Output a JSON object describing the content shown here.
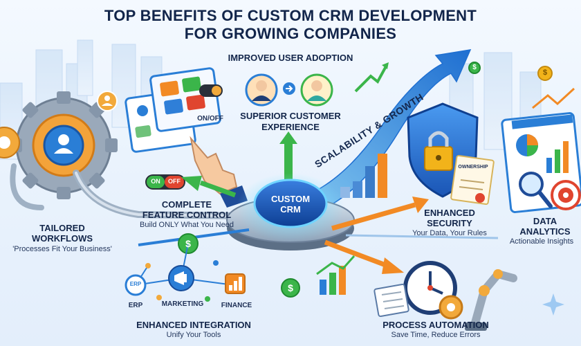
{
  "title_line1": "TOP BENEFITS OF CUSTOM CRM DEVELOPMENT",
  "title_line2": "FOR GROWING COMPANIES",
  "hub_line1": "CUSTOM",
  "hub_line2": "CRM",
  "adoption": "IMPROVED USER ADOPTION",
  "experience_line1": "SUPERIOR CUSTOMER",
  "experience_line2": "EXPERIENCE",
  "scalability": "SCALABILITY & GROWTH",
  "feature_control_line1": "COMPLETE",
  "feature_control_line2": "FEATURE CONTROL",
  "feature_control_sub": "Build ONLY What You Need",
  "toggle_label": "ON/OFF",
  "toggle_on": "ON",
  "toggle_off": "OFF",
  "workflows_line1": "TAILORED",
  "workflows_line2": "WORKFLOWS",
  "workflows_sub": "'Processes Fit Your Business'",
  "security_line1": "ENHANCED",
  "security_line2": "SECURITY",
  "security_sub": "Your Data, Your Rules",
  "ownership": "OWNERSHIP",
  "analytics_line1": "DATA",
  "analytics_line2": "ANALYTICS",
  "analytics_sub": "Actionable Insights",
  "integration_title": "ENHANCED INTEGRATION",
  "integration_sub": "Unify Your Tools",
  "erp_badge": "ERP",
  "erp": "ERP",
  "marketing": "MARKETING",
  "finance": "FINANCE",
  "automation_title": "PROCESS AUTOMATION",
  "automation_sub": "Save Time, Reduce Errors",
  "currency_symbol": "$",
  "colors": {
    "navy": "#12254a",
    "blue": "#2f7fd8",
    "cyan": "#38b6e8",
    "orange": "#f28a24",
    "green": "#3bb54a",
    "red": "#e0452f",
    "yellow": "#f2b31a"
  },
  "icons": [
    "gear-icon",
    "user-icon",
    "cursor-hand-icon",
    "toggle-icon",
    "shield-lock-icon",
    "certificate-icon",
    "clock-icon",
    "robot-arm-icon",
    "magnifier-icon",
    "target-icon",
    "dollar-coin-icon",
    "megaphone-icon",
    "bar-chart-icon",
    "pie-chart-icon",
    "building-icon",
    "growth-arrow-icon",
    "sparkle-icon"
  ]
}
